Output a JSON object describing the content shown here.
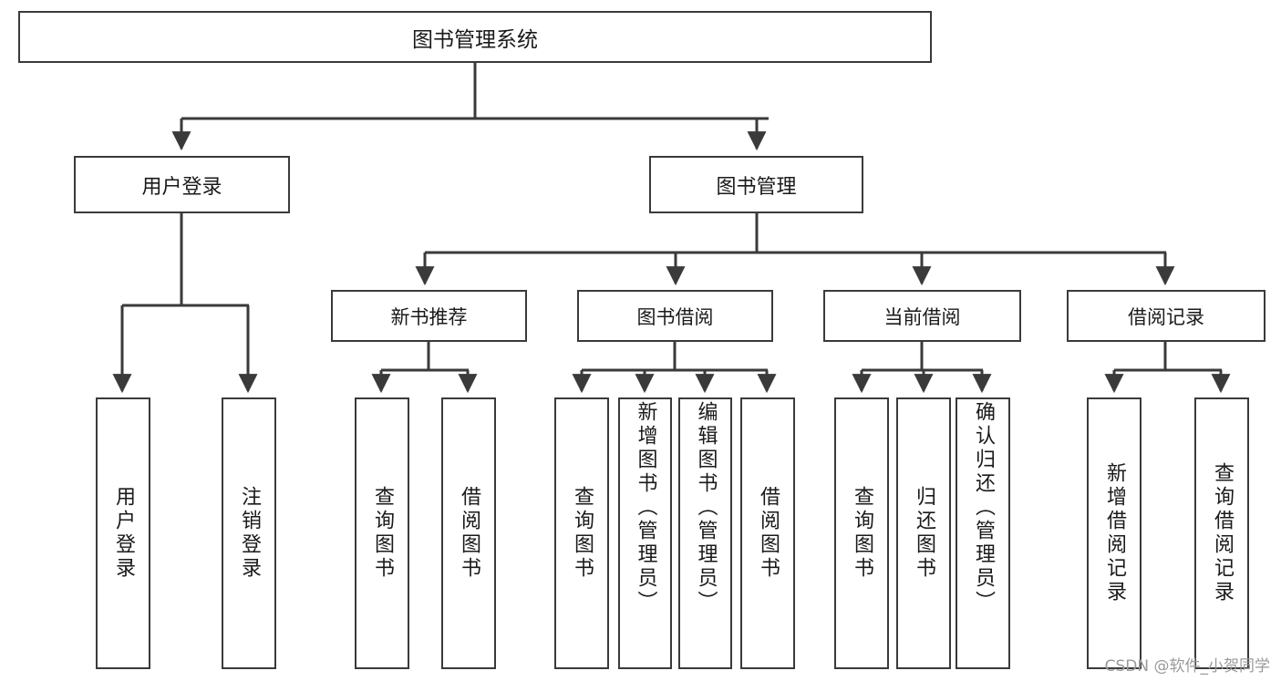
{
  "diagram": {
    "title": "图书管理系统",
    "type": "tree-hierarchy-diagram",
    "watermark": "CSDN @软件_小贺同学",
    "colors": {
      "box_border": "#3a3a3a",
      "box_fill": "#ffffff",
      "edge": "#3a3a3a",
      "text": "#1a1a1a",
      "watermark": "#9a9a9a",
      "background": "#ffffff"
    },
    "root": {
      "id": "root",
      "label": "图书管理系统"
    },
    "level1": [
      {
        "id": "user_login",
        "label": "用户登录"
      },
      {
        "id": "book_manage",
        "label": "图书管理"
      }
    ],
    "level2": [
      {
        "id": "new_book_rec",
        "label": "新书推荐",
        "parent": "book_manage"
      },
      {
        "id": "book_borrow",
        "label": "图书借阅",
        "parent": "book_manage"
      },
      {
        "id": "current_borrow",
        "label": "当前借阅",
        "parent": "book_manage"
      },
      {
        "id": "borrow_record",
        "label": "借阅记录",
        "parent": "book_manage"
      }
    ],
    "leaves": {
      "user_login": [
        {
          "id": "leaf_user_login",
          "label": "用户登录"
        },
        {
          "id": "leaf_logout",
          "label": "注销登录"
        }
      ],
      "new_book_rec": [
        {
          "id": "leaf_query_book_1",
          "label": "查询图书"
        },
        {
          "id": "leaf_borrow_book_1",
          "label": "借阅图书"
        }
      ],
      "book_borrow": [
        {
          "id": "leaf_query_book_2",
          "label": "查询图书"
        },
        {
          "id": "leaf_add_book",
          "label": "新增图书（管理员）"
        },
        {
          "id": "leaf_edit_book",
          "label": "编辑图书（管理员）"
        },
        {
          "id": "leaf_borrow_book_2",
          "label": "借阅图书"
        }
      ],
      "current_borrow": [
        {
          "id": "leaf_query_book_3",
          "label": "查询图书"
        },
        {
          "id": "leaf_return_book",
          "label": "归还图书"
        },
        {
          "id": "leaf_confirm_return",
          "label": "确认归还（管理员）"
        }
      ],
      "borrow_record": [
        {
          "id": "leaf_add_record",
          "label": "新增借阅记录"
        },
        {
          "id": "leaf_query_record",
          "label": "查询借阅记录"
        }
      ]
    }
  }
}
